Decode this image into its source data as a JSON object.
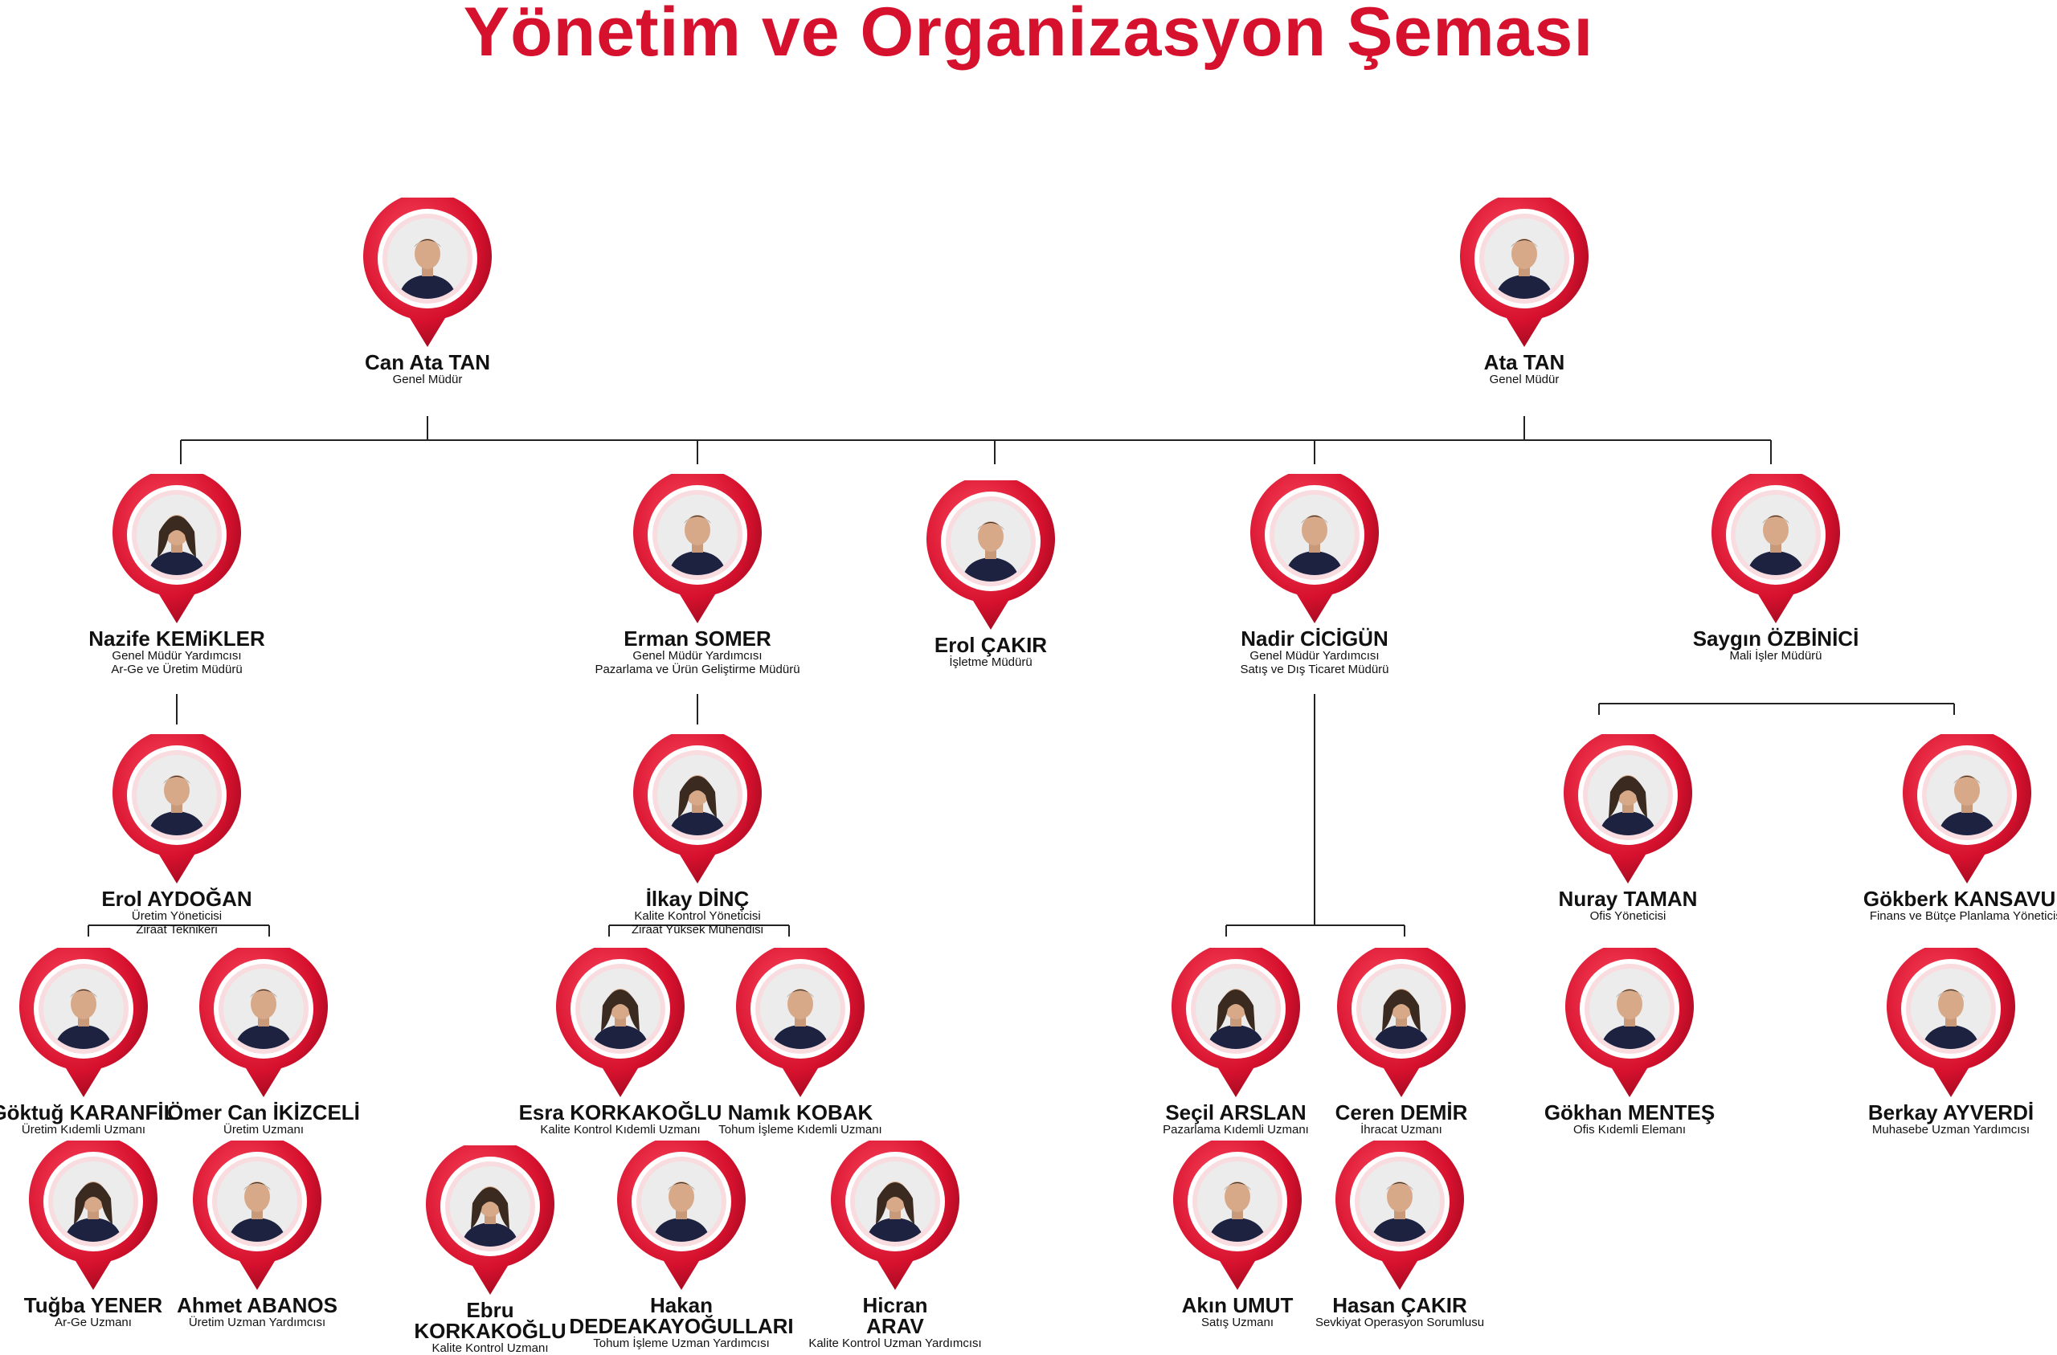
{
  "title": "Yönetim ve Organizasyon Şeması",
  "colors": {
    "accent": "#d6112e",
    "line": "#222222",
    "shirt": "#1c2240"
  },
  "people": {
    "can_ata_tan": {
      "first": "Can Ata",
      "last": "TAN",
      "role1": "Genel Müdür",
      "role2": ""
    },
    "ata_tan": {
      "first": "Ata",
      "last": "TAN",
      "role1": "Genel Müdür",
      "role2": ""
    },
    "nazife_kemikler": {
      "first": "Nazife",
      "last": "KEMiKLER",
      "role1": "Genel Müdür Yardımcısı",
      "role2": "Ar-Ge  ve Üretim Müdürü"
    },
    "erman_somer": {
      "first": "Erman",
      "last": "SOMER",
      "role1": "Genel Müdür Yardımcısı",
      "role2": "Pazarlama ve Ürün Geliştirme  Müdürü"
    },
    "erol_cakir": {
      "first": "Erol",
      "last": "ÇAKIR",
      "role1": "İşletme Müdürü",
      "role2": ""
    },
    "nadir_cicigun": {
      "first": "Nadir",
      "last": "CİCİGÜN",
      "role1": "Genel Müdür Yardımcısı",
      "role2": "Satış ve Dış Ticaret Müdürü"
    },
    "saygin_ozbinici": {
      "first": "Saygın",
      "last": "ÖZBİNİCİ",
      "role1": "Mali İşler Müdürü",
      "role2": ""
    },
    "erol_aydogan": {
      "first": "Erol",
      "last": "AYDOĞAN",
      "role1": "Üretim Yöneticisi",
      "role2": "Ziraat Teknikeri"
    },
    "ilkay_dinc": {
      "first": "İlkay",
      "last": "DİNÇ",
      "role1": "Kalite Kontrol Yöneticisi",
      "role2": "Ziraat Yüksek Mühendisi"
    },
    "nuray_taman": {
      "first": "Nuray",
      "last": "TAMAN",
      "role1": "Ofis Yöneticisi",
      "role2": ""
    },
    "gokberk_kansavuk": {
      "first": "Gökberk",
      "last": "KANSAVUK",
      "role1": "Finans ve Bütçe  Planlama Yöneticisi",
      "role2": ""
    },
    "goktug_karanfil": {
      "first": "Göktuğ",
      "last": "KARANFİL",
      "role1": "Üretim Kıdemli Uzmanı",
      "role2": ""
    },
    "omer_can_ikizceli": {
      "first": "Ömer Can",
      "last": "İKİZCELİ",
      "role1": "Üretim Uzmanı",
      "role2": ""
    },
    "esra_korkakoglu": {
      "first": "Esra",
      "last": "KORKAKOĞLU",
      "role1": "Kalite Kontrol Kıdemli Uzmanı",
      "role2": ""
    },
    "namik_kobak": {
      "first": "Namık",
      "last": "KOBAK",
      "role1": "Tohum İşleme Kıdemli Uzmanı",
      "role2": ""
    },
    "secil_arslan": {
      "first": "Seçil",
      "last": "ARSLAN",
      "role1": "Pazarlama  Kıdemli Uzmanı",
      "role2": ""
    },
    "ceren_demir": {
      "first": "Ceren",
      "last": "DEMİR",
      "role1": "İhracat Uzmanı",
      "role2": ""
    },
    "gokhan_mentes": {
      "first": "Gökhan",
      "last": "MENTEŞ",
      "role1": "Ofis Kıdemli Elemanı",
      "role2": ""
    },
    "berkay_ayverdi": {
      "first": "Berkay",
      "last": "AYVERDİ",
      "role1": "Muhasebe Uzman Yardımcısı",
      "role2": ""
    },
    "tugba_yener": {
      "first": "Tuğba",
      "last": "YENER",
      "role1": "Ar-Ge Uzmanı",
      "role2": ""
    },
    "ahmet_abanos": {
      "first": "Ahmet",
      "last": "ABANOS",
      "role1": "Üretim Uzman Yardımcısı",
      "role2": ""
    },
    "ebru_korkakoglu": {
      "first": "Ebru",
      "last": "KORKAKOĞLU",
      "role1": "Kalite Kontrol Uzmanı",
      "role2": ""
    },
    "hakan_dedeakayogullari": {
      "first": "Hakan",
      "last": "DEDEAKAYOĞULLARI",
      "role1": "Tohum İşleme Uzman Yardımcısı",
      "role2": ""
    },
    "hicran_arav": {
      "first": "Hicran",
      "last": "ARAV",
      "role1": "Kalite Kontrol Uzman Yardımcısı",
      "role2": ""
    },
    "akin_umut": {
      "first": "Akın",
      "last": "UMUT",
      "role1": "Satış Uzmanı",
      "role2": ""
    },
    "hasan_cakir": {
      "first": "Hasan",
      "last": "ÇAKIR",
      "role1": "Sevkiyat Operasyon Sorumlusu",
      "role2": ""
    }
  }
}
